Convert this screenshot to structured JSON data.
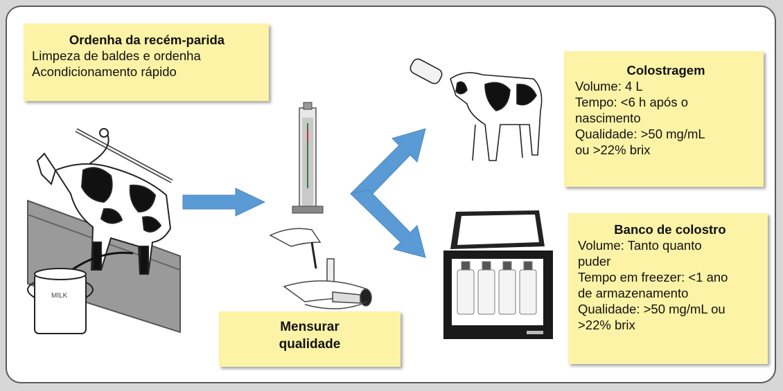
{
  "milking": {
    "title": "Ordenha da recém-parida",
    "lines": [
      "Limpeza de baldes e ordenha",
      "Acondicionamento rápido"
    ]
  },
  "measure": {
    "title_line1": "Mensurar",
    "title_line2": "qualidade"
  },
  "colostrum_feeding": {
    "title": "Colostragem",
    "lines": [
      "Volume: 4 L",
      "Tempo: <6 h após o",
      "nascimento",
      "Qualidade: >50 mg/mL",
      "ou >22% brix"
    ]
  },
  "colostrum_bank": {
    "title": "Banco de colostro",
    "lines": [
      "Volume: Tanto quanto",
      "puder",
      "Tempo em freezer: <1 ano",
      "de armazenamento",
      "Qualidade: >50 mg/mL ou",
      ">22% brix"
    ]
  },
  "milk_can_label": "MILK",
  "colors": {
    "note": "#fdf3a6",
    "arrow": "#5b9bd5",
    "border": "#5a5a5a",
    "frame": "#d7d7d7"
  }
}
